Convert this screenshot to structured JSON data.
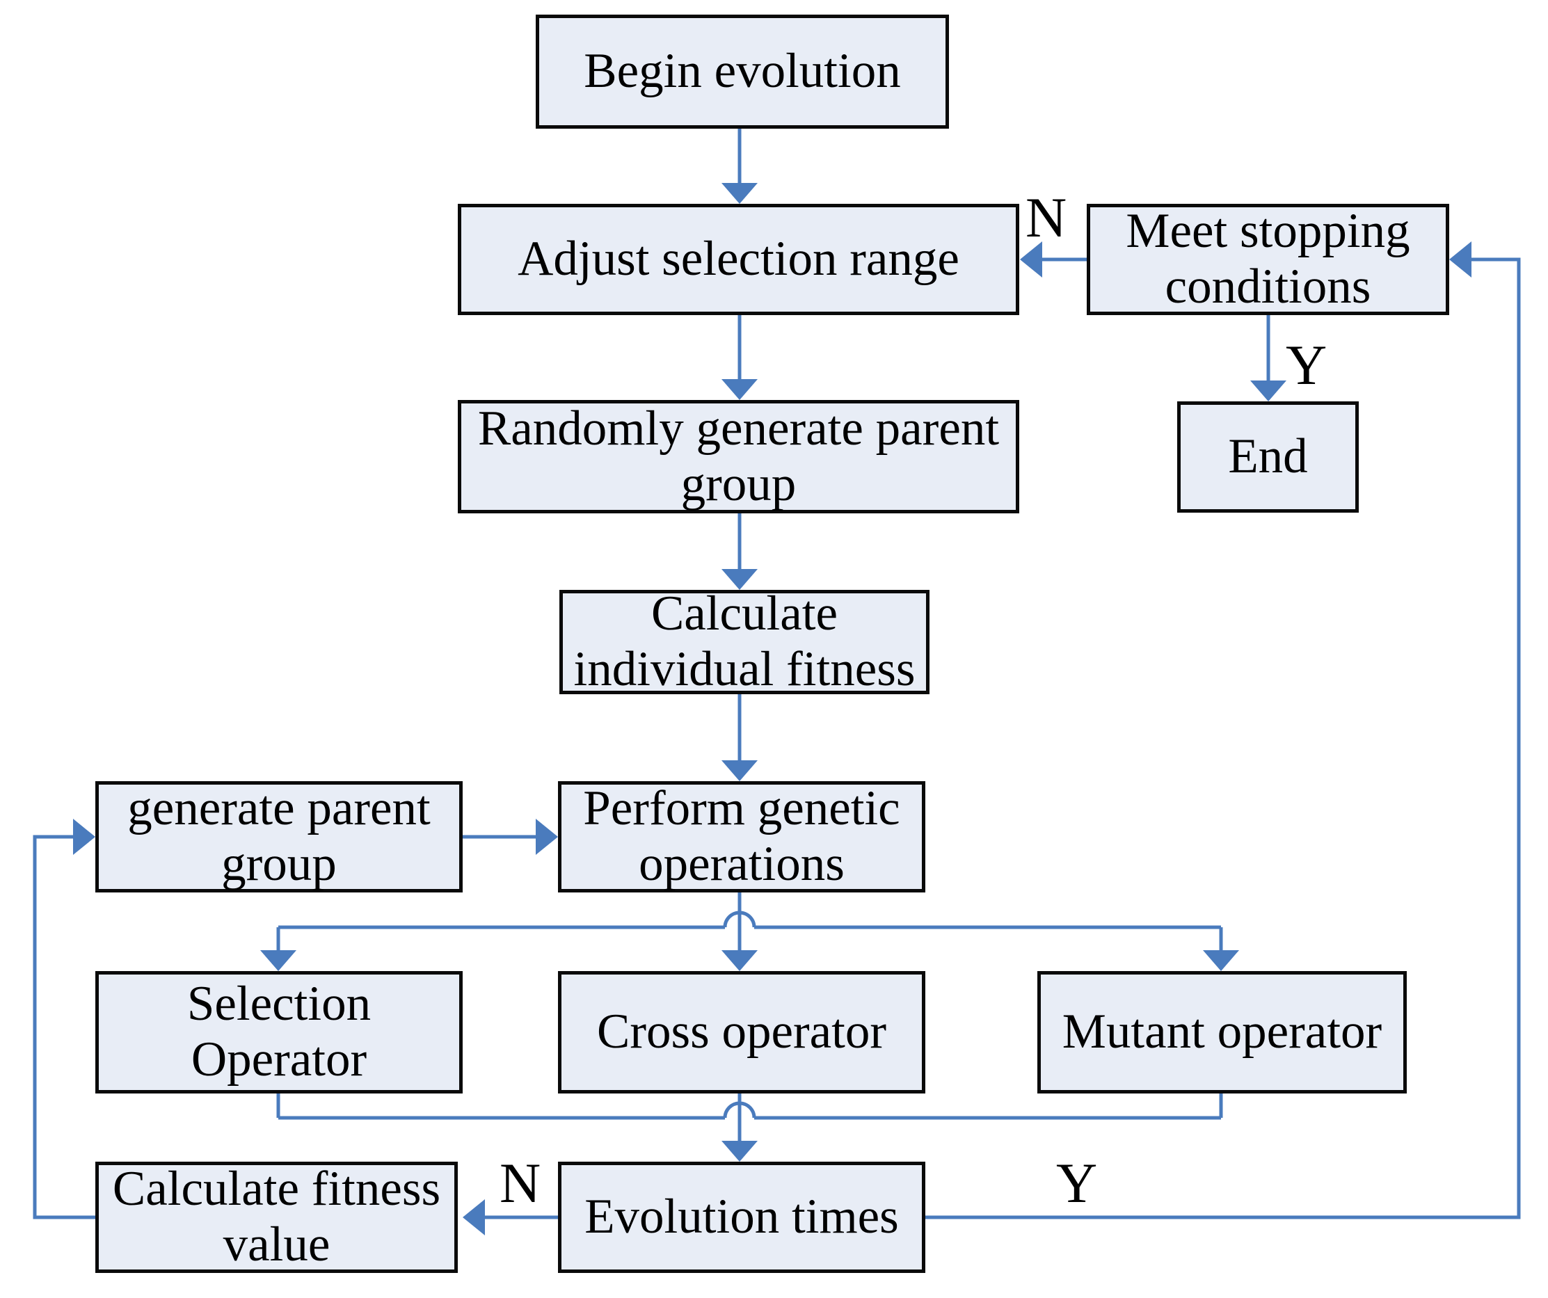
{
  "diagram": {
    "type": "flowchart",
    "description": "Genetic algorithm evolution flowchart",
    "colors": {
      "node_fill": "#e8edf6",
      "node_border": "#0a0a0a",
      "connector": "#4a7bbd",
      "text": "#000000",
      "background": "#ffffff"
    }
  },
  "nodes": {
    "begin": {
      "label": "Begin evolution"
    },
    "adjust": {
      "label": "Adjust selection range"
    },
    "meet": {
      "label": "Meet stopping\nconditions"
    },
    "end": {
      "label": "End"
    },
    "random": {
      "label": "Randomly generate parent\ngroup"
    },
    "calc_fitness": {
      "label": "Calculate\nindividual fitness"
    },
    "generate": {
      "label": "generate parent\ngroup"
    },
    "perform": {
      "label": "Perform genetic\noperations"
    },
    "selection": {
      "label": "Selection\nOperator"
    },
    "cross": {
      "label": "Cross operator"
    },
    "mutant": {
      "label": "Mutant operator"
    },
    "evolution": {
      "label": "Evolution times"
    },
    "calc_value": {
      "label": "Calculate fitness\nvalue"
    }
  },
  "edge_labels": {
    "meet_no": "N",
    "meet_yes": "Y",
    "evolution_no": "N",
    "evolution_yes": "Y"
  }
}
